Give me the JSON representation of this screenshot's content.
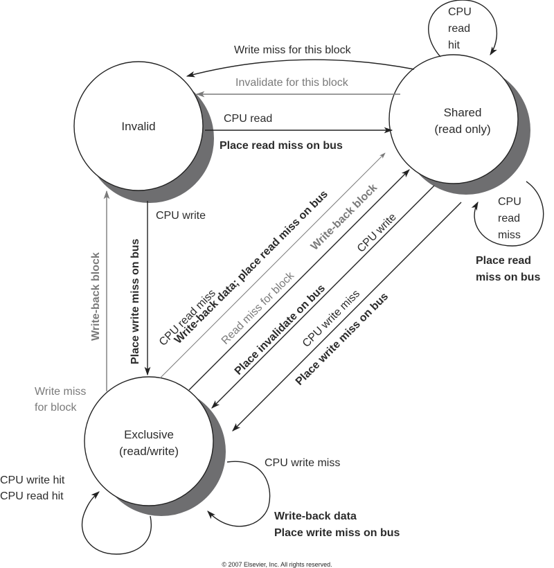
{
  "diagram": {
    "title": "Cache coherence write-invalidate protocol state diagram",
    "colors": {
      "ink": "#222222",
      "gray": "#7a7a7a",
      "shadow": "#6e6e70",
      "bg": "#ffffff"
    },
    "states": {
      "invalid": {
        "line1": "Invalid",
        "line2": ""
      },
      "shared": {
        "line1": "Shared",
        "line2": "(read only)"
      },
      "exclusive": {
        "line1": "Exclusive",
        "line2": "(read/write)"
      }
    },
    "transitions": {
      "shared_to_invalid_write_miss": "Write miss for this block",
      "shared_to_invalid_invalidate": "Invalidate for this block",
      "invalid_to_shared_trigger": "CPU read",
      "invalid_to_shared_action": "Place read miss on bus",
      "shared_self_loop": [
        "CPU",
        "read",
        "hit"
      ],
      "shared_read_miss_trigger": [
        "CPU",
        "read",
        "miss"
      ],
      "shared_read_miss_action": [
        "Place read",
        "miss on bus"
      ],
      "invalid_to_exclusive_trigger": "CPU write",
      "invalid_to_exclusive_action": "Place write miss on bus",
      "exclusive_to_invalid_action": "Write-back block",
      "exclusive_to_invalid_trigger": [
        "Write miss",
        "for block"
      ],
      "exclusive_to_shared_cpu_trigger": "CPU read miss",
      "exclusive_to_shared_cpu_action": "Write-back data; place read miss on bus",
      "exclusive_to_shared_bus_trigger": "Read miss for block",
      "exclusive_to_shared_bus_action": "Write-back block",
      "shared_to_exclusive_write_trigger": "CPU write",
      "shared_to_exclusive_write_action": "Place invalidate on bus",
      "shared_to_exclusive_miss_trigger": "CPU write miss",
      "shared_to_exclusive_miss_action": "Place write miss on bus",
      "exclusive_hits": [
        "CPU write hit",
        "CPU read hit"
      ],
      "exclusive_write_miss_trigger": "CPU write miss",
      "exclusive_write_miss_action": [
        "Write-back data",
        "Place write miss on bus"
      ]
    },
    "copyright": "© 2007 Elsevier, Inc. All rights reserved."
  }
}
